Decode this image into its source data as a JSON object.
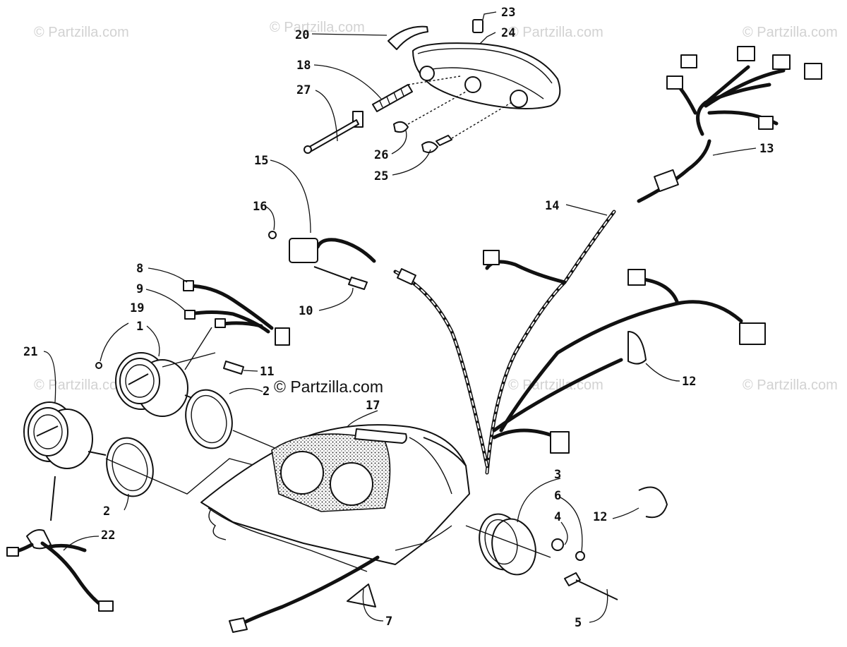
{
  "watermark": {
    "small": "© Partzilla.com",
    "main": "© Partzilla.com"
  },
  "callouts": {
    "c1": "1",
    "c2a": "2",
    "c2b": "2",
    "c3": "3",
    "c4": "4",
    "c5": "5",
    "c6": "6",
    "c7": "7",
    "c8": "8",
    "c9": "9",
    "c10": "10",
    "c11": "11",
    "c12a": "12",
    "c12b": "12",
    "c13": "13",
    "c14": "14",
    "c15": "15",
    "c16": "16",
    "c17": "17",
    "c18": "18",
    "c19": "19",
    "c20": "20",
    "c21": "21",
    "c22": "22",
    "c23": "23",
    "c24": "24",
    "c25": "25",
    "c26": "26",
    "c27": "27"
  }
}
